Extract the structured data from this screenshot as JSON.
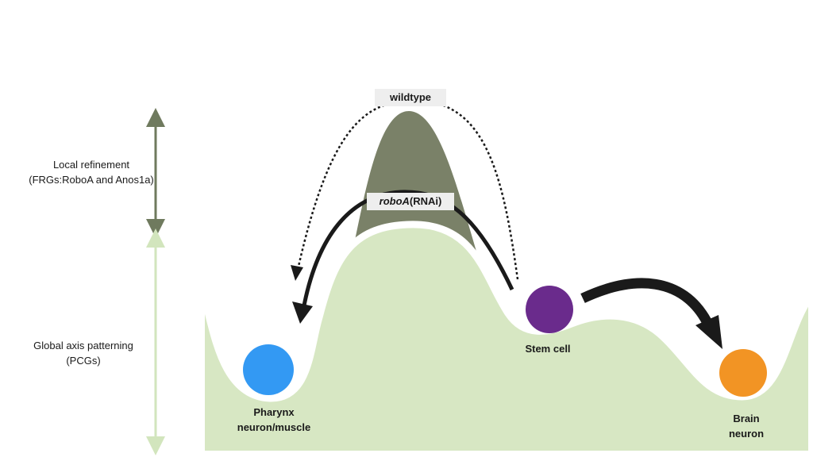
{
  "axis_labels": {
    "local_line1": "Local refinement",
    "local_line2": "(FRGs:RoboA and Anos1a)",
    "global_line1": "Global axis patterning",
    "global_line2": "(PCGs)"
  },
  "condition_labels": {
    "wildtype": "wildtype",
    "roboa_italic": "roboA",
    "roboa_rest": "(RNAi)"
  },
  "cell_labels": {
    "pharynx_line1": "Pharynx",
    "pharynx_line2": "neuron/muscle",
    "stem": "Stem cell",
    "brain_line1": "Brain",
    "brain_line2": "neuron"
  },
  "colors": {
    "landscape": "#d7e7c3",
    "peak": "#7a8168",
    "dark_arrow": "#6f7a5e",
    "light_arrow": "#d2e5bd",
    "pharynx_ball": "#3399f3",
    "stem_ball": "#6a2b8c",
    "brain_ball": "#f29424",
    "path_arrow": "#1a1a1a",
    "label_box": "#eeeeee"
  }
}
